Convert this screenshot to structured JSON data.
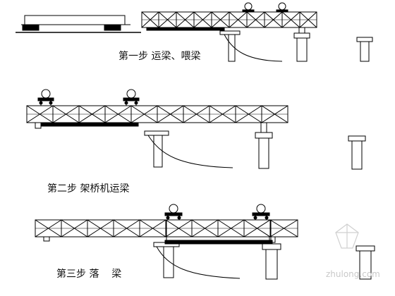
{
  "captions": {
    "step1": "第一步 运梁、喂梁",
    "step2": "第二步 架桥机运梁",
    "step3": "第三步 落    梁"
  },
  "watermark": {
    "text": "zhulong.com"
  },
  "colors": {
    "line": "#000000",
    "watermark": "#c9c9c9"
  }
}
